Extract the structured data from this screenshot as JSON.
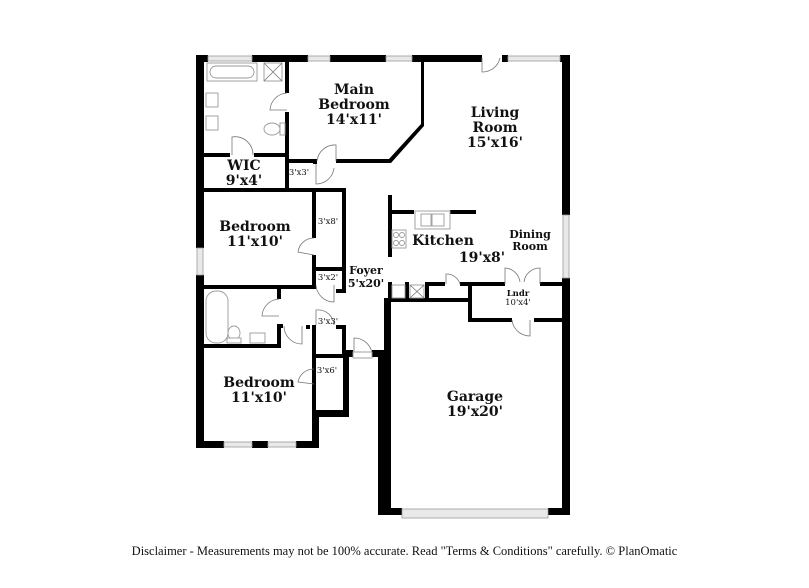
{
  "floorplan": {
    "rooms": {
      "main_bedroom": {
        "name_line1": "Main",
        "name_line2": "Bedroom",
        "size": "14'x11'"
      },
      "living_room": {
        "name_line1": "Living",
        "name_line2": "Room",
        "size": "15'x16'"
      },
      "wic": {
        "name": "WIC",
        "size": "9'x4'"
      },
      "closet_main": {
        "size": "3'x3'"
      },
      "bedroom_2": {
        "name": "Bedroom",
        "size": "11'x10'"
      },
      "closet_b2": {
        "size": "3'x8'"
      },
      "closet_hall": {
        "size": "3'x2'"
      },
      "foyer": {
        "name": "Foyer",
        "size": "5'x20'"
      },
      "kitchen": {
        "name": "Kitchen",
        "size": "19'x8'"
      },
      "dining_room": {
        "name_line1": "Dining",
        "name_line2": "Room"
      },
      "laundry": {
        "name": "Lndr",
        "size": "10'x4'"
      },
      "closet_bath": {
        "size": "3'x3'"
      },
      "bedroom_3": {
        "name": "Bedroom",
        "size": "11'x10'"
      },
      "closet_b3": {
        "size": "3'x6'"
      },
      "garage": {
        "name": "Garage",
        "size": "19'x20'"
      }
    }
  },
  "footer": {
    "disclaimer": "Disclaimer - Measurements may not be 100% accurate. Read \"Terms & Conditions\" carefully. © PlanOmatic"
  }
}
